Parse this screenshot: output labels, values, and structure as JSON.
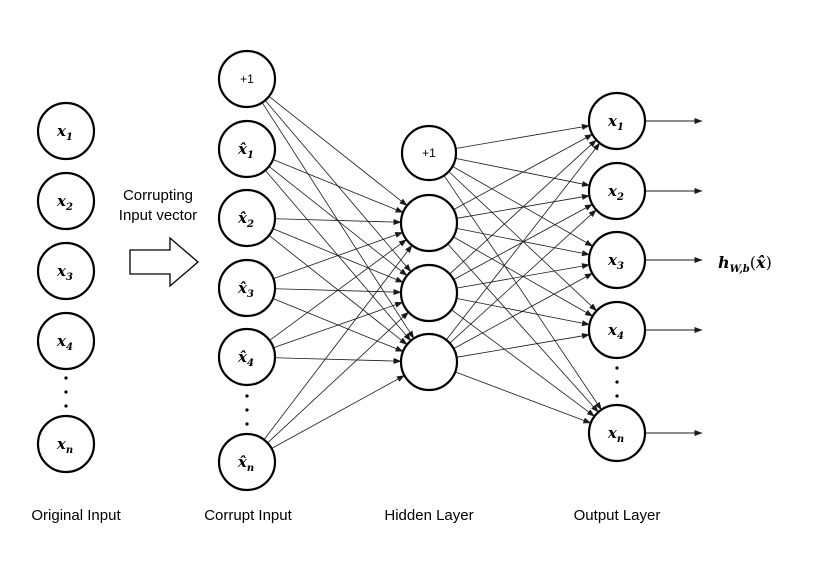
{
  "layers": {
    "original": {
      "caption": "Original Input",
      "nodes": [
        {
          "base": "x",
          "sub": "1",
          "hat": false
        },
        {
          "base": "x",
          "sub": "2",
          "hat": false
        },
        {
          "base": "x",
          "sub": "3",
          "hat": false
        },
        {
          "base": "x",
          "sub": "4",
          "hat": false
        },
        {
          "base": "x",
          "sub": "n",
          "hat": false
        }
      ]
    },
    "corrupt": {
      "caption": "Corrupt Input",
      "bias_label": "+1",
      "nodes": [
        {
          "base": "x",
          "sub": "1",
          "hat": true
        },
        {
          "base": "x",
          "sub": "2",
          "hat": true
        },
        {
          "base": "x",
          "sub": "3",
          "hat": true
        },
        {
          "base": "x",
          "sub": "4",
          "hat": true
        },
        {
          "base": "x",
          "sub": "n",
          "hat": true
        }
      ]
    },
    "hidden": {
      "caption": "Hidden Layer",
      "bias_label": "+1",
      "unit_count": 3
    },
    "output": {
      "caption": "Output Layer",
      "nodes": [
        {
          "base": "x",
          "sub": "1",
          "hat": false
        },
        {
          "base": "x",
          "sub": "2",
          "hat": false
        },
        {
          "base": "x",
          "sub": "3",
          "hat": false
        },
        {
          "base": "x",
          "sub": "4",
          "hat": false
        },
        {
          "base": "x",
          "sub": "n",
          "hat": false
        }
      ]
    }
  },
  "transform": {
    "label_line1": "Corrupting",
    "label_line2": "Input vector"
  },
  "output_function": {
    "base": "h",
    "sub": "W,b",
    "arg": "x̂"
  }
}
